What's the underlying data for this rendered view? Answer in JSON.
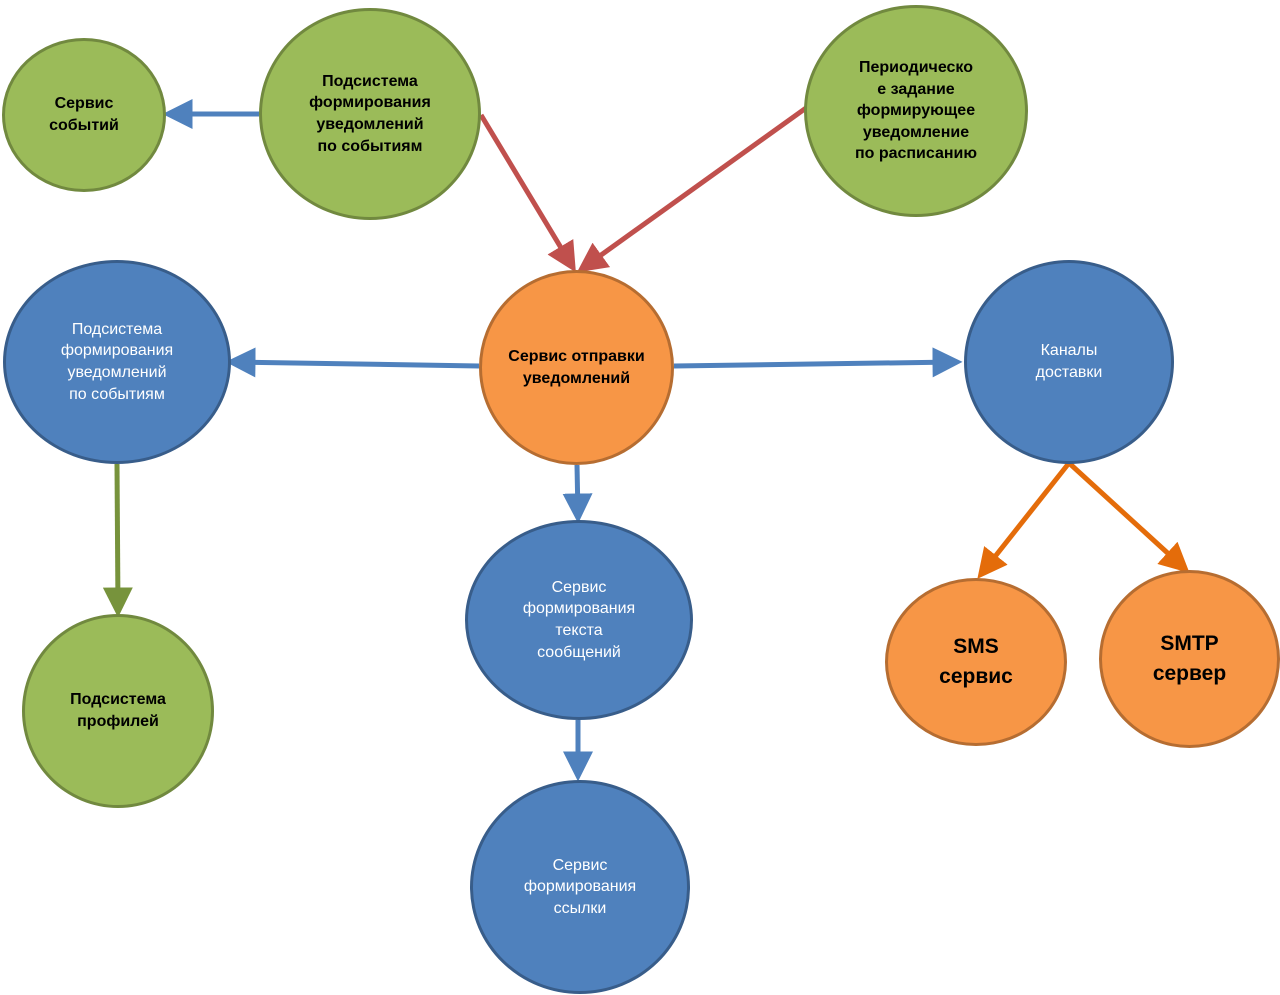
{
  "colors": {
    "green": "#9bbb59",
    "blue": "#4f81bd",
    "orange": "#f79646",
    "arrow_blue": "#4f81bd",
    "arrow_red": "#c0504d",
    "arrow_green": "#77933c",
    "arrow_orange": "#e46c0a"
  },
  "nodes": {
    "events_service": "Сервис\nсобытий",
    "event_notification_subsystem": "Подсистема\nформирования\nуведомлений\nпо событиям",
    "periodic_task": "Периодическо\nе задание\nформирующее\nуведомление\nпо расписанию",
    "event_notification_subsystem_2": "Подсистема\nформирования\nуведомлений\nпо событиям",
    "notification_send_service": "Сервис отправки\nуведомлений",
    "delivery_channels": "Каналы\nдоставки",
    "message_text_service": "Сервис\nформирования\nтекста\nсообщений",
    "profiles_subsystem": "Подсистема\nпрофилей",
    "sms_service": "SMS\nсервис",
    "smtp_server": "SMTP\nсервер",
    "link_service": "Сервис\nформирования\nссылки"
  }
}
